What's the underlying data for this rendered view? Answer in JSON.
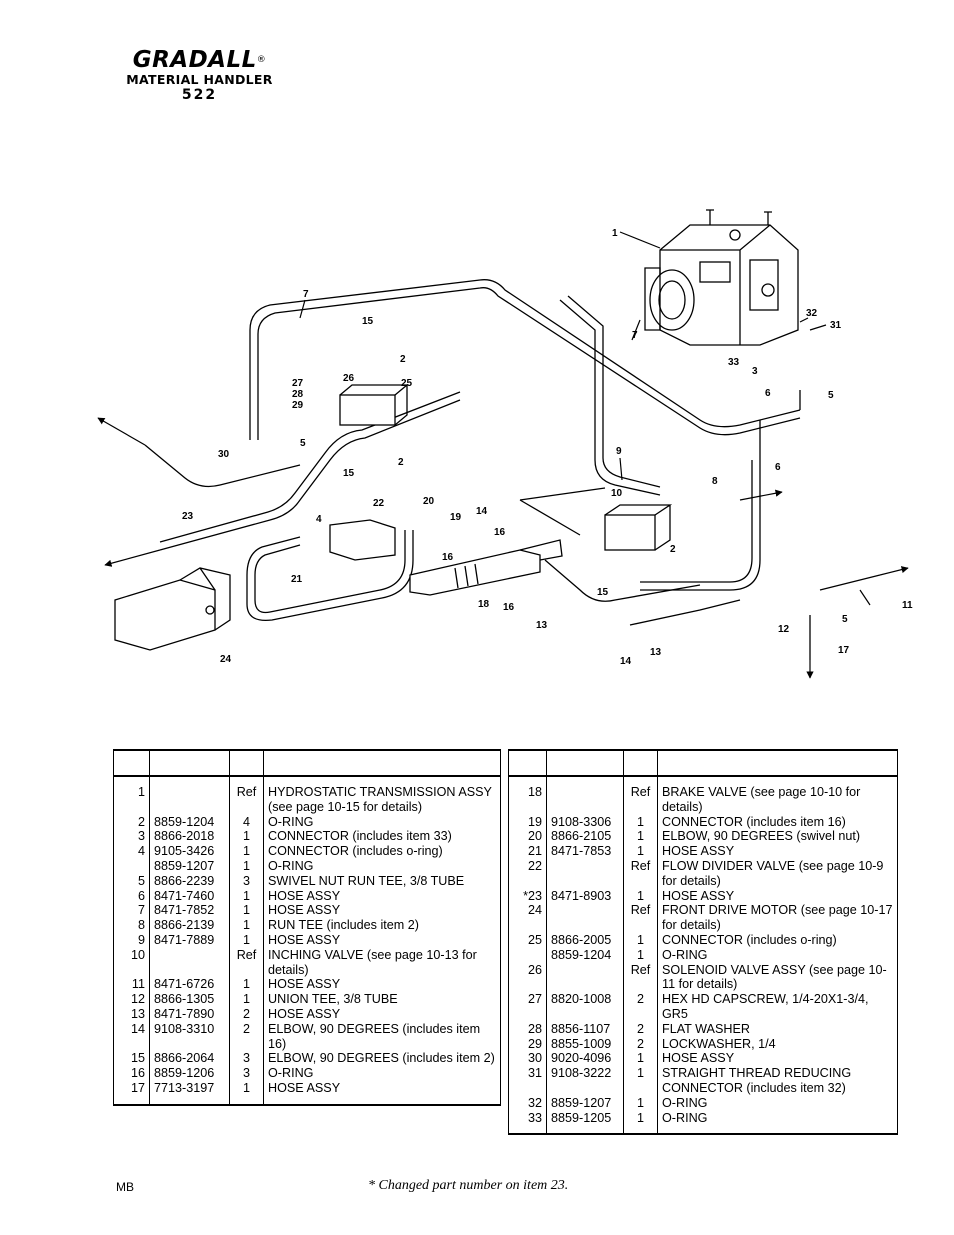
{
  "header": {
    "brand": "GRADALL",
    "registered": "®",
    "line2": "MATERIAL HANDLER",
    "line3": "522"
  },
  "diagram": {
    "callouts": [
      "1",
      "2",
      "2",
      "2",
      "3",
      "4",
      "5",
      "5",
      "5",
      "6",
      "6",
      "7",
      "7",
      "8",
      "9",
      "10",
      "11",
      "12",
      "13",
      "13",
      "14",
      "14",
      "15",
      "15",
      "15",
      "16",
      "16",
      "17",
      "18",
      "19",
      "20",
      "21",
      "22",
      "23",
      "24",
      "25",
      "26",
      "27\n28\n29",
      "30",
      "31",
      "32",
      "33"
    ]
  },
  "parts_left": [
    {
      "item": "1",
      "part": "",
      "qty": "Ref",
      "desc": "HYDROSTATIC TRANSMISSION ASSY (see page 10-15 for details)"
    },
    {
      "item": "2",
      "part": "8859-1204",
      "qty": "4",
      "desc": "O-RING"
    },
    {
      "item": "3",
      "part": "8866-2018",
      "qty": "1",
      "desc": "CONNECTOR (includes item 33)"
    },
    {
      "item": "4",
      "part": "9105-3426",
      "qty": "1",
      "desc": "CONNECTOR (includes o-ring)"
    },
    {
      "item": "",
      "part": "8859-1207",
      "qty": "1",
      "desc": "O-RING"
    },
    {
      "item": "5",
      "part": "8866-2239",
      "qty": "3",
      "desc": "SWIVEL NUT RUN TEE, 3/8 TUBE"
    },
    {
      "item": "6",
      "part": "8471-7460",
      "qty": "1",
      "desc": "HOSE ASSY"
    },
    {
      "item": "7",
      "part": "8471-7852",
      "qty": "1",
      "desc": "HOSE ASSY"
    },
    {
      "item": "8",
      "part": "8866-2139",
      "qty": "1",
      "desc": "RUN TEE (includes item 2)"
    },
    {
      "item": "9",
      "part": "8471-7889",
      "qty": "1",
      "desc": "HOSE ASSY"
    },
    {
      "item": "10",
      "part": "",
      "qty": "Ref",
      "desc": "INCHING VALVE (see page 10-13 for details)"
    },
    {
      "item": "11",
      "part": "8471-6726",
      "qty": "1",
      "desc": "HOSE ASSY"
    },
    {
      "item": "12",
      "part": "8866-1305",
      "qty": "1",
      "desc": "UNION TEE, 3/8 TUBE"
    },
    {
      "item": "13",
      "part": "8471-7890",
      "qty": "2",
      "desc": "HOSE ASSY"
    },
    {
      "item": "14",
      "part": "9108-3310",
      "qty": "2",
      "desc": "ELBOW, 90 DEGREES (includes item 16)"
    },
    {
      "item": "15",
      "part": "8866-2064",
      "qty": "3",
      "desc": "ELBOW, 90 DEGREES (includes item 2)"
    },
    {
      "item": "16",
      "part": "8859-1206",
      "qty": "3",
      "desc": "O-RING"
    },
    {
      "item": "17",
      "part": "7713-3197",
      "qty": "1",
      "desc": "HOSE ASSY"
    }
  ],
  "parts_right": [
    {
      "item": "18",
      "part": "",
      "qty": "Ref",
      "desc": "BRAKE VALVE (see  page 10-10 for details)"
    },
    {
      "item": "19",
      "part": "9108-3306",
      "qty": "1",
      "desc": "CONNECTOR (includes item 16)"
    },
    {
      "item": "20",
      "part": "8866-2105",
      "qty": "1",
      "desc": "ELBOW, 90 DEGREES (swivel nut)"
    },
    {
      "item": "21",
      "part": "8471-7853",
      "qty": "1",
      "desc": "HOSE ASSY"
    },
    {
      "item": "22",
      "part": "",
      "qty": "Ref",
      "desc": "FLOW DIVIDER VALVE (see page 10-9 for details)"
    },
    {
      "item": "*23",
      "part": "8471-8903",
      "qty": "1",
      "desc": "HOSE ASSY"
    },
    {
      "item": "24",
      "part": "",
      "qty": "Ref",
      "desc": "FRONT DRIVE MOTOR (see page 10-17 for details)"
    },
    {
      "item": "25",
      "part": "8866-2005",
      "qty": "1",
      "desc": "CONNECTOR (includes o-ring)"
    },
    {
      "item": "",
      "part": "8859-1204",
      "qty": "1",
      "desc": "O-RING"
    },
    {
      "item": "26",
      "part": "",
      "qty": "Ref",
      "desc": "SOLENOID VALVE ASSY (see page 10-11 for details)"
    },
    {
      "item": "27",
      "part": "8820-1008",
      "qty": "2",
      "desc": "HEX HD CAPSCREW, 1/4-20X1-3/4, GR5"
    },
    {
      "item": "28",
      "part": "8856-1107",
      "qty": "2",
      "desc": "FLAT WASHER"
    },
    {
      "item": "29",
      "part": "8855-1009",
      "qty": "2",
      "desc": "LOCKWASHER, 1/4"
    },
    {
      "item": "30",
      "part": "9020-4096",
      "qty": "1",
      "desc": "HOSE ASSY"
    },
    {
      "item": "31",
      "part": "9108-3222",
      "qty": "1",
      "desc": "STRAIGHT THREAD REDUCING CONNECTOR (includes item 32)"
    },
    {
      "item": "32",
      "part": "8859-1207",
      "qty": "1",
      "desc": "O-RING"
    },
    {
      "item": "33",
      "part": "8859-1205",
      "qty": "1",
      "desc": "O-RING"
    }
  ],
  "footer": {
    "left": "MB",
    "note": "*  Changed part number on item 23."
  }
}
